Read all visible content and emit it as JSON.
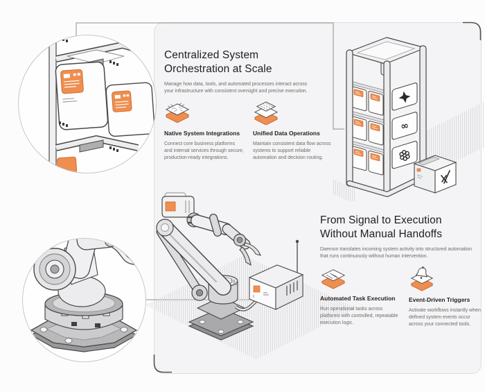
{
  "colors": {
    "accent_orange": "#ef8e4f",
    "accent_orange_border": "#cf7038",
    "card_bg": "#f4f3f5",
    "card_border": "#dedde0",
    "heading_ink": "#201e1c",
    "muted_text": "#6f6b67",
    "line_art": "#4a4846"
  },
  "sections": {
    "orchestration": {
      "title": "Centralized System Orchestration at Scale",
      "subtitle": "Manage how data, tools, and automated processes interact across your infrastructure with consistent oversight and precise execution.",
      "features": [
        {
          "icon": "chip-icon",
          "title": "Native System Integrations",
          "body": "Connect core business platforms and internal services through secure, production-ready integrations."
        },
        {
          "icon": "data-layers-icon",
          "title": "Unified Data Operations",
          "body": "Maintain consistent data flow across systems to support reliable automation and decision routing."
        }
      ]
    },
    "execution": {
      "title": "From Signal to Execution Without Manual Handoffs",
      "subtitle": "Daemon translates incoming system activity into structured automation that runs continuously without human intervention.",
      "features": [
        {
          "icon": "task-list-icon",
          "title": "Automated Task Execution",
          "body": "Run operational tasks across platforms with controlled, repeatable execution logic."
        },
        {
          "icon": "bell-icon",
          "title": "Event-Driven Triggers",
          "body": "Activate workflows instantly when defined system events occur across your connected tools."
        }
      ]
    }
  },
  "illustrations": {
    "server_rack": {
      "name": "ai-model-server-rack",
      "logos": [
        {
          "name": "four-pointed-star-logo"
        },
        {
          "name": "infinity-logo",
          "glyph": "∞"
        },
        {
          "name": "flower-logo"
        },
        {
          "name": "x1-logo"
        }
      ]
    },
    "robot_arm": "industrial-robot-arm-with-controller",
    "detail_circle_top": "rack-module-closeup",
    "detail_circle_bottom": "robot-base-joint-closeup"
  }
}
